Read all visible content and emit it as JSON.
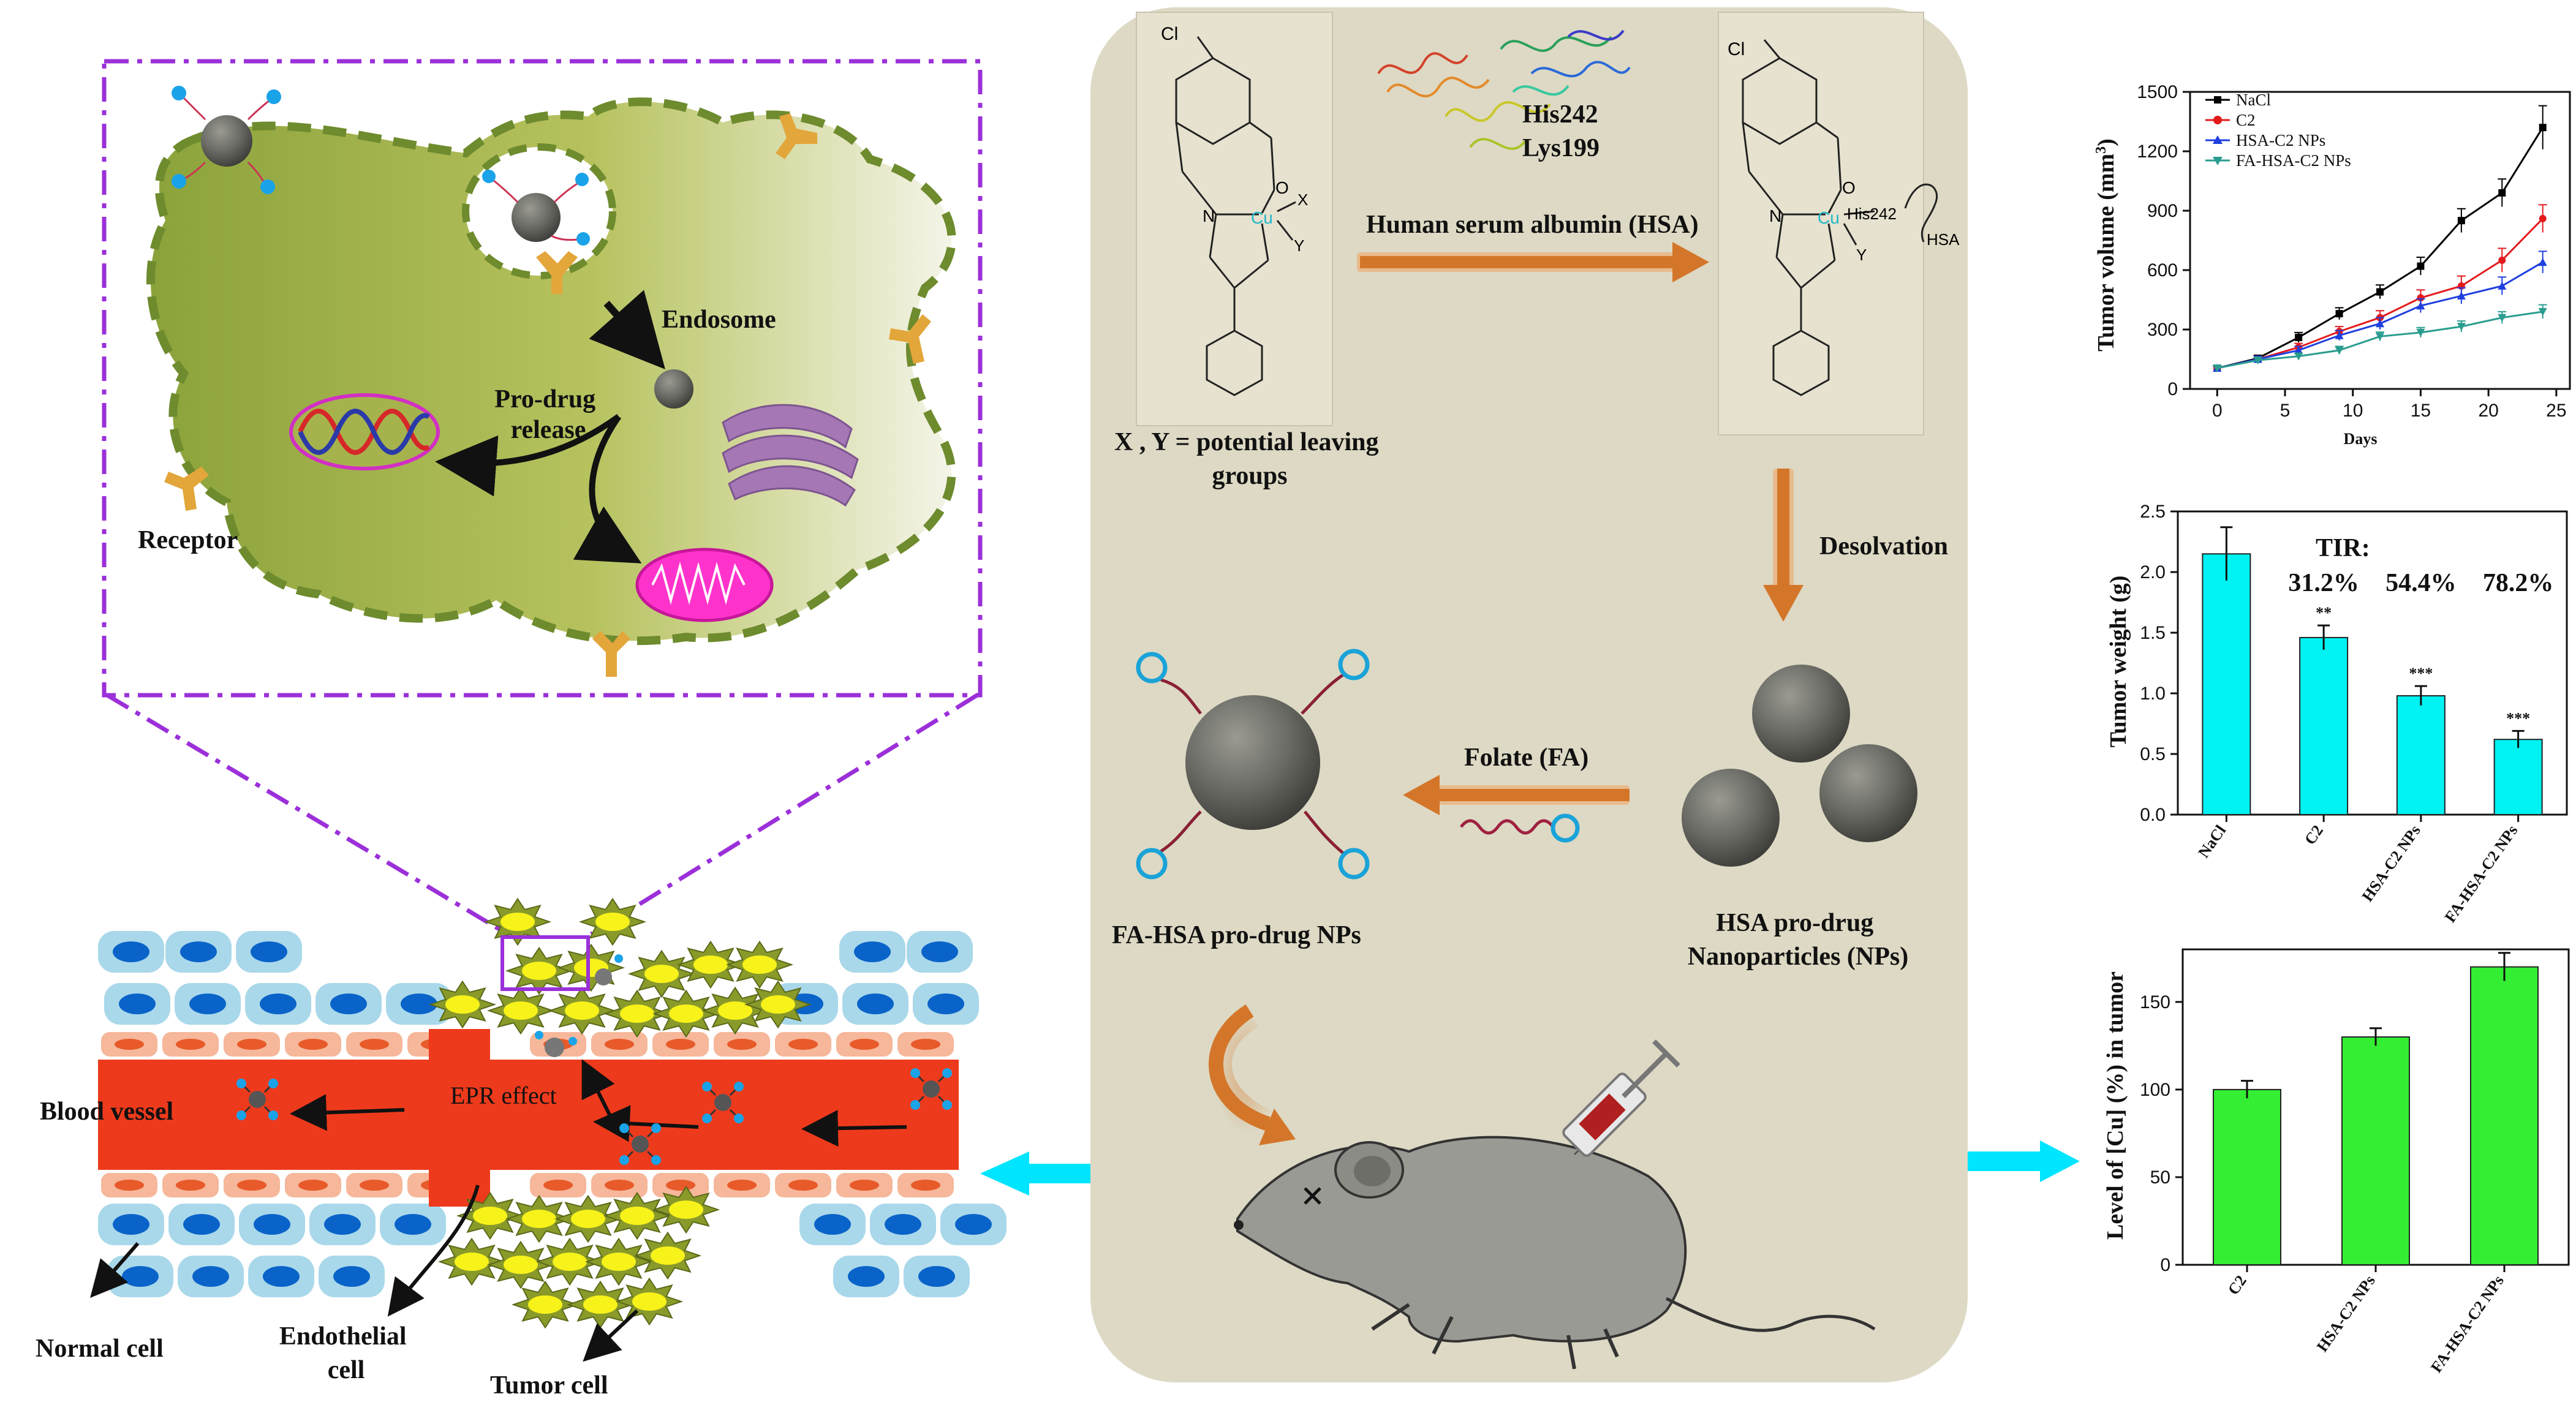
{
  "colors": {
    "cell_green": "#8fa23a",
    "vessel_red": "#ee3a1c",
    "panel_beige": "#ddd9c4",
    "arrow_orange": "#d4762a",
    "cyan_arrow": "#00e5ff",
    "bar_cyan": "#00f2f2",
    "bar_green": "#33ee33",
    "dash_purple": "#9b30d9",
    "series_nacl": "#000000",
    "series_c2": "#e31a1c",
    "series_hsa": "#1f3fe0",
    "series_fa": "#2a9d8f"
  },
  "left_inset": {
    "endosome": "Endosome",
    "prodrug_release": "Pro-drug\nrelease",
    "receptor": "Receptor"
  },
  "vessel": {
    "blood_vessel": "Blood vessel",
    "epr_effect": "EPR effect",
    "normal_cell": "Normal cell",
    "endothelial_cell": "Endothelial\ncell",
    "tumor_cell": "Tumor cell"
  },
  "center": {
    "chem_cl": "Cl",
    "chem_o": "O",
    "chem_n": "N",
    "chem_cu": "Cu",
    "chem_x": "X",
    "chem_y": "Y",
    "his242_protein": "His242",
    "lys199": "Lys199",
    "hsa_arrow_label": "Human serum albumin (HSA)",
    "leaving_groups": "X , Y = potential leaving\ngroups",
    "bound_his242": "His242",
    "bound_hsa": "HSA",
    "desolvation": "Desolvation",
    "folate": "Folate (FA)",
    "fa_hsa_nps": "FA-HSA pro-drug NPs",
    "hsa_nps": "HSA pro-drug\nNanoparticles (NPs)"
  },
  "chart_data": [
    {
      "type": "line",
      "xlabel": "Days",
      "ylabel": "Tumor volume (mm3)",
      "xlim": [
        -2,
        26
      ],
      "ylim": [
        0,
        1500
      ],
      "xticks": [
        0,
        5,
        10,
        15,
        20,
        25
      ],
      "yticks": [
        0,
        300,
        600,
        900,
        1200,
        1500
      ],
      "x": [
        0,
        3,
        6,
        9,
        12,
        15,
        18,
        21,
        24
      ],
      "series": [
        {
          "name": "NaCl",
          "color": "#000000",
          "marker": "square",
          "values": [
            105,
            155,
            260,
            380,
            490,
            620,
            850,
            990,
            1320
          ],
          "errors": [
            10,
            15,
            25,
            30,
            35,
            45,
            60,
            70,
            110
          ]
        },
        {
          "name": "C2",
          "color": "#e31a1c",
          "marker": "circle",
          "values": [
            105,
            150,
            210,
            290,
            360,
            460,
            520,
            650,
            860
          ],
          "errors": [
            10,
            15,
            20,
            25,
            35,
            40,
            50,
            60,
            70
          ]
        },
        {
          "name": "HSA-C2 NPs",
          "color": "#1f3fe0",
          "marker": "triangle-up",
          "values": [
            105,
            150,
            195,
            270,
            330,
            420,
            470,
            520,
            640
          ],
          "errors": [
            10,
            15,
            20,
            25,
            30,
            35,
            40,
            45,
            55
          ]
        },
        {
          "name": "FA-HSA-C2 NPs",
          "color": "#2a9d8f",
          "marker": "triangle-down",
          "values": [
            105,
            145,
            165,
            195,
            265,
            285,
            315,
            360,
            390
          ],
          "errors": [
            10,
            12,
            15,
            20,
            22,
            25,
            28,
            30,
            35
          ]
        }
      ]
    },
    {
      "type": "bar",
      "ylabel": "Tumor weight (g)",
      "ylim": [
        0,
        2.5
      ],
      "yticks": [
        "0.0",
        "0.5",
        "1.0",
        "1.5",
        "2.0",
        "2.5"
      ],
      "categories": [
        "NaCl",
        "C2",
        "HSA-C2 NPs",
        "FA-HSA-C2 NPs"
      ],
      "values": [
        2.15,
        1.46,
        0.98,
        0.62
      ],
      "errors": [
        0.22,
        0.1,
        0.08,
        0.07
      ],
      "significance": [
        "",
        "**",
        "***",
        "***"
      ],
      "tir_label": "TIR:",
      "tir_values": [
        "31.2%",
        "54.4%",
        "78.2%"
      ],
      "color": "#00f2f2"
    },
    {
      "type": "bar",
      "ylabel": "Level of [Cu] (%) in tumor",
      "ylim": [
        0,
        180
      ],
      "yticks": [
        "0",
        "50",
        "100",
        "150"
      ],
      "categories": [
        "C2",
        "HSA-C2 NPs",
        "FA-HSA-C2 NPs"
      ],
      "values": [
        100,
        130,
        170
      ],
      "errors": [
        5,
        5,
        8
      ],
      "color": "#33ee33"
    }
  ]
}
